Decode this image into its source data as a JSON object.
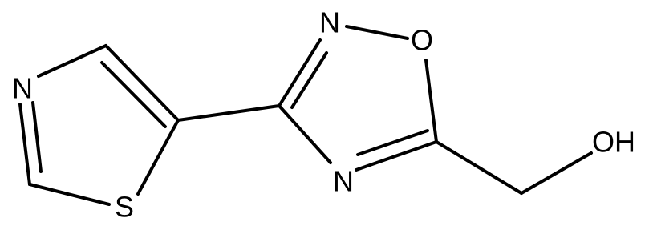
{
  "molecule": {
    "atoms": {
      "thiazole_n": "N",
      "thiazole_s": "S",
      "oxadiazole_n2": "N",
      "oxadiazole_o1": "O",
      "oxadiazole_n4": "N",
      "hydroxyl": "OH"
    },
    "colors": {
      "bond": "#000000",
      "label": "#000000",
      "background": "#ffffff"
    }
  }
}
